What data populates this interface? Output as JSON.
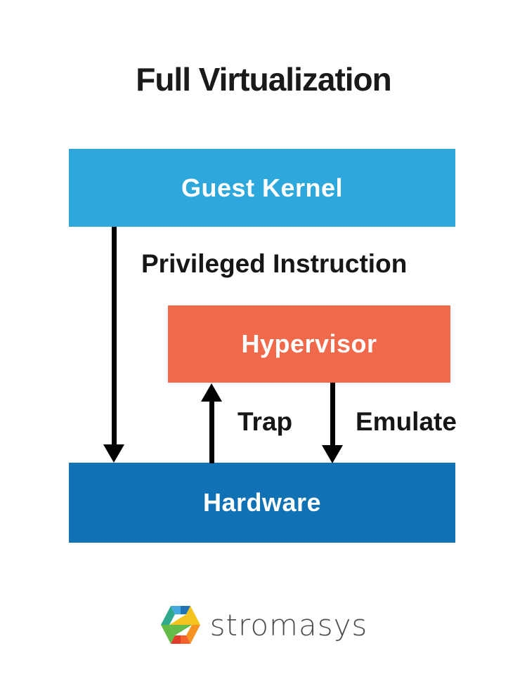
{
  "title": {
    "text": "Full Virtualization"
  },
  "diagram": {
    "boxes": {
      "guest_kernel": {
        "label": "Guest Kernel",
        "bg": "#2EA8DC",
        "text_color": "#FFFFFF"
      },
      "hypervisor": {
        "label": "Hypervisor",
        "bg": "#F0694A",
        "text_color": "#FFFFFF"
      },
      "hardware": {
        "label": "Hardware",
        "bg": "#1171B5",
        "text_color": "#FFFFFF"
      }
    },
    "labels": {
      "privileged_instruction": "Privileged Instruction",
      "trap": "Trap",
      "emulate": "Emulate"
    },
    "arrows": [
      {
        "name": "privileged-instruction-arrow",
        "from": "Guest Kernel",
        "to": "Hardware",
        "direction": "down",
        "color": "#000000"
      },
      {
        "name": "trap-arrow",
        "from": "Hardware",
        "to": "Hypervisor",
        "direction": "up",
        "color": "#000000"
      },
      {
        "name": "emulate-arrow",
        "from": "Hypervisor",
        "to": "Hardware",
        "direction": "down",
        "color": "#000000"
      }
    ]
  },
  "footer": {
    "logo_text": "stromasys",
    "logo_text_color": "#4D4D4F",
    "logo_icon": "stromasys-hexagon-icon",
    "logo_icon_colors": [
      "#45AADF",
      "#2273B8",
      "#F5C31D",
      "#F6921F",
      "#F2612C",
      "#E13C2B",
      "#65BB47",
      "#2FA98E"
    ]
  }
}
